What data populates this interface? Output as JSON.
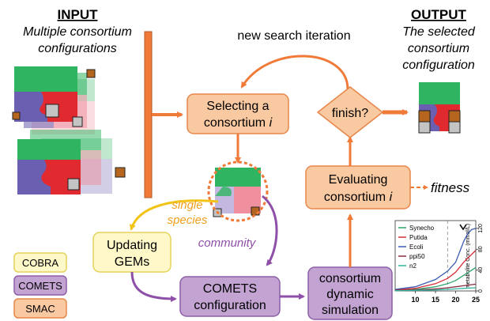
{
  "input": {
    "title": "INPUT",
    "subtitle_line1": "Multiple consortium",
    "subtitle_line2": "configurations"
  },
  "output": {
    "title": "OUTPUT",
    "subtitle_line1": "The selected",
    "subtitle_line2": "consortium",
    "subtitle_line3": "configuration"
  },
  "loop_label": "new search iteration",
  "boxes": {
    "selecting_line1": "Selecting a",
    "selecting_line2": "consortium ",
    "selecting_var": "i",
    "finish": "finish?",
    "evaluating_line1": "Evaluating",
    "evaluating_line2": "consortium ",
    "evaluating_var": "i",
    "updating_line1": "Updating",
    "updating_line2": "GEMs",
    "comets_config_line1": "COMETS",
    "comets_config_line2": "configuration",
    "dynamic_line1": "consortium",
    "dynamic_line2": "dynamic",
    "dynamic_line3": "simulation"
  },
  "labels": {
    "fitness": "fitness",
    "single_line1": "single",
    "single_line2": "species",
    "community": "community"
  },
  "legend": {
    "cobra": "COBRA",
    "comets": "COMETS",
    "smac": "SMAC"
  },
  "colors": {
    "orange_fill": "#f9c9a1",
    "orange_stroke": "#e8864a",
    "purple_fill": "#c2a3d1",
    "purple_stroke": "#8e5fa8",
    "yellow_fill": "#fff8c9",
    "yellow_stroke": "#e6d15a",
    "arrow_orange": "#f07a38",
    "arrow_purple": "#8e4fa8",
    "arrow_yellow": "#f0c419",
    "tile_green": "#2fb562",
    "tile_blue": "#6a5fb0",
    "tile_red": "#e02a2f",
    "tile_pink": "#f0909e",
    "tile_brown": "#b5651d",
    "tile_grey": "#c4c4c4"
  },
  "chart_data": {
    "type": "line",
    "title": "",
    "xlabel": "",
    "ylabel": "metabolite Conc. (mmol/L)",
    "x_ticks": [
      10,
      15,
      20,
      25
    ],
    "y_ticks": [
      0,
      40,
      80,
      120
    ],
    "xlim": [
      5,
      25
    ],
    "ylim": [
      0,
      135
    ],
    "reference_line_x": 18,
    "grid": false,
    "legend_placement": "top-left",
    "series": [
      {
        "name": "Synecho",
        "color": "#2fa36b",
        "x": [
          5,
          10,
          15,
          18,
          20,
          22,
          25
        ],
        "y": [
          1,
          3,
          8,
          14,
          20,
          30,
          45
        ]
      },
      {
        "name": "Putida",
        "color": "#d62d3a",
        "x": [
          5,
          10,
          15,
          18,
          20,
          22,
          25
        ],
        "y": [
          2,
          5,
          14,
          24,
          36,
          55,
          78
        ]
      },
      {
        "name": "Ecoli",
        "color": "#3a5bb0",
        "x": [
          5,
          10,
          15,
          18,
          20,
          21,
          22,
          23,
          24,
          25
        ],
        "y": [
          3,
          8,
          22,
          38,
          55,
          75,
          95,
          110,
          118,
          120
        ]
      },
      {
        "name": "ppi50",
        "color": "#8a2a40",
        "x": [
          5,
          10,
          15,
          18,
          20,
          22,
          25
        ],
        "y": [
          1,
          2,
          4,
          6,
          8,
          10,
          13
        ]
      },
      {
        "name": "n2",
        "color": "#33b3a0",
        "x": [
          5,
          10,
          15,
          18,
          20,
          22,
          25
        ],
        "y": [
          0.5,
          1,
          2,
          3,
          4,
          5,
          6
        ]
      }
    ]
  }
}
